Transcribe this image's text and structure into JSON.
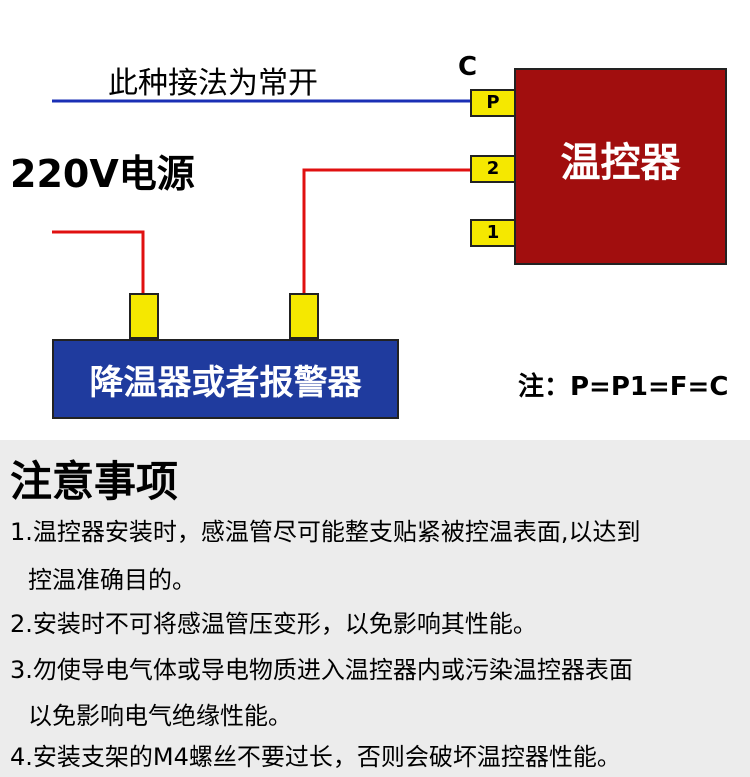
{
  "diagram": {
    "wiring_note": "此种接法为常开",
    "power_label": "220V电源",
    "common_label": "C",
    "controller": {
      "label": "温控器",
      "terminals": [
        "P",
        "2",
        "1"
      ],
      "color": "#a10e0e"
    },
    "device": {
      "label": "降温器或者报警器",
      "color": "#1f3b9e"
    },
    "equivalence_note": "注：P=P1=F=C",
    "wire_colors": {
      "blue": "#1a2fb5",
      "red": "#e01010"
    },
    "terminal_color": "#f5e800"
  },
  "notes": {
    "title": "注意事项",
    "items": [
      {
        "line1": "1.温控器安装时，感温管尽可能整支贴紧被控温表面,以达到",
        "line2": "控温准确目的。"
      },
      {
        "line1": "2.安装时不可将感温管压变形，以免影响其性能。",
        "line2": ""
      },
      {
        "line1": "3.勿使导电气体或导电物质进入温控器内或污染温控器表面",
        "line2": "以免影响电气绝缘性能。"
      },
      {
        "line1": "4.安装支架的M4螺丝不要过长，否则会破坏温控器性能。",
        "line2": ""
      }
    ]
  }
}
